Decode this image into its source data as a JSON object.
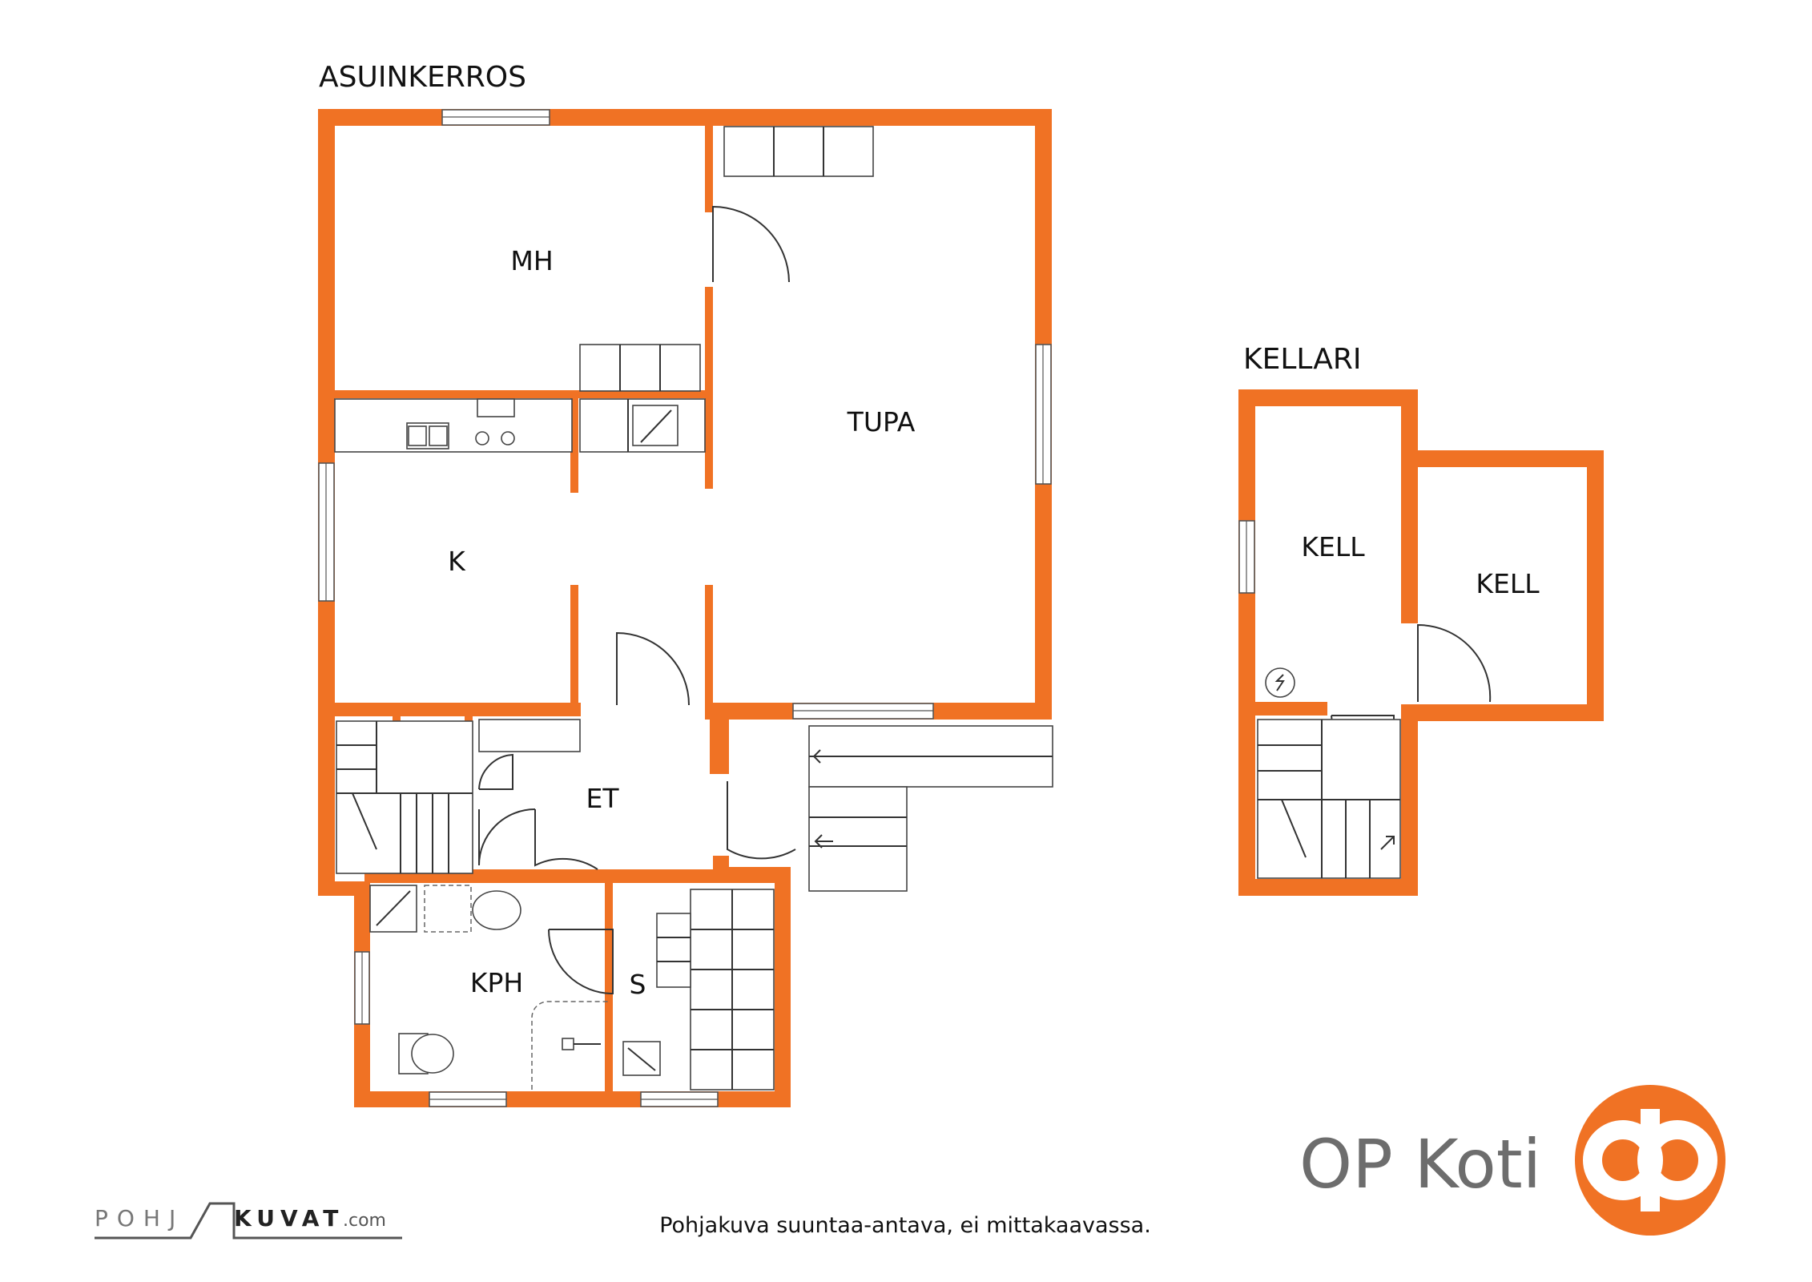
{
  "titles": {
    "main_floor": "ASUINKERROS",
    "basement": "KELLARI"
  },
  "rooms": {
    "mh": "MH",
    "tupa": "TUPA",
    "k": "K",
    "et": "ET",
    "kph": "KPH",
    "s": "S",
    "kell1": "KELL",
    "kell2": "KELL"
  },
  "disclaimer": "Pohjakuva suuntaa-antava, ei mittakaavassa.",
  "brand": {
    "name": "OP Koti",
    "color": "#f07224"
  },
  "credit": {
    "left": "POHJ",
    "right": "KUVAT",
    "suffix": ".com"
  },
  "colors": {
    "wall": "#f07224",
    "line": "#333333"
  }
}
